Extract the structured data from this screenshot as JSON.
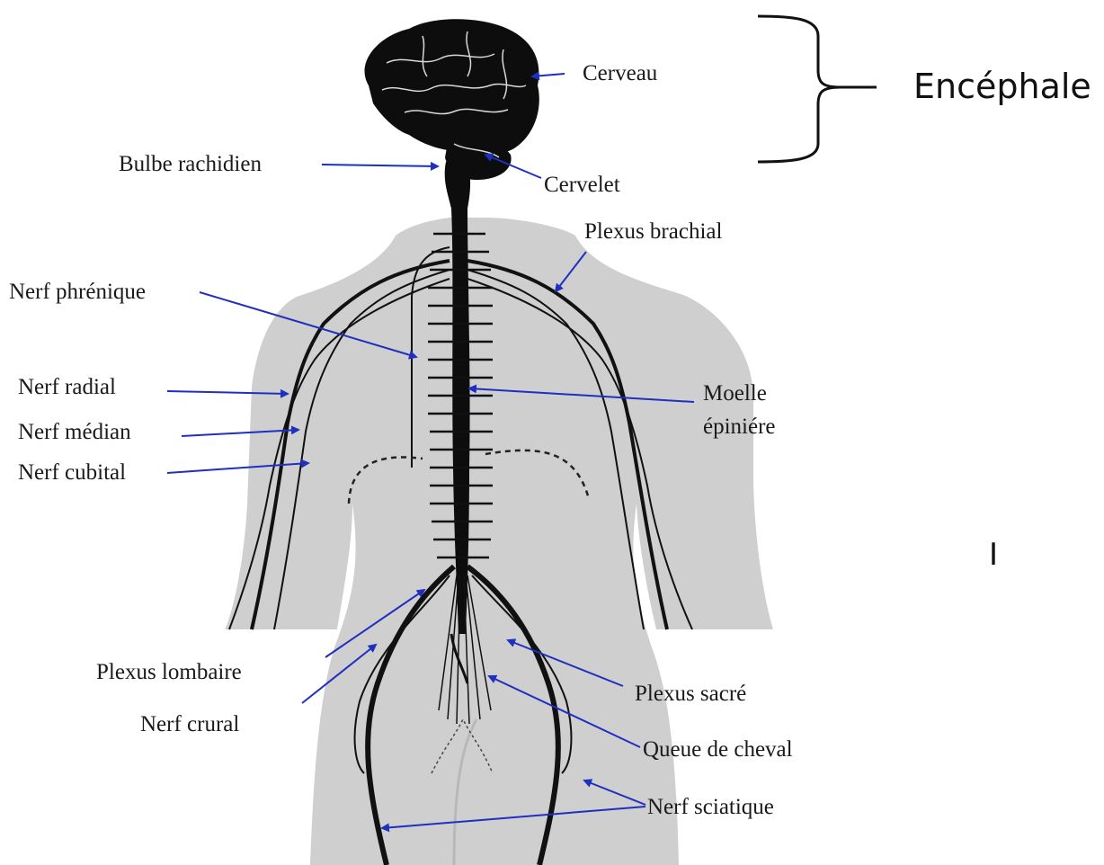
{
  "colors": {
    "body_silhouette": "#cfcfcf",
    "nerves": "#111111",
    "arrows": "#1f2fbf",
    "background": "#ffffff"
  },
  "labels": {
    "cerveau": "Cerveau",
    "encephale": "Encéphale",
    "bulbe": "Bulbe rachidien",
    "cervelet": "Cervelet",
    "plexus_brachial": "Plexus brachial",
    "nerf_phrenique": "Nerf phrénique",
    "nerf_radial": "Nerf radial",
    "nerf_median": "Nerf médian",
    "nerf_cubital": "Nerf cubital",
    "moelle_line1": "Moelle",
    "moelle_line2": "épiniére",
    "plexus_lombaire": "Plexus lombaire",
    "nerf_crural": "Nerf crural",
    "plexus_sacre": "Plexus sacré",
    "queue_de_cheval": "Queue de cheval",
    "nerf_sciatique": "Nerf sciatique",
    "stray_mark": "I"
  }
}
